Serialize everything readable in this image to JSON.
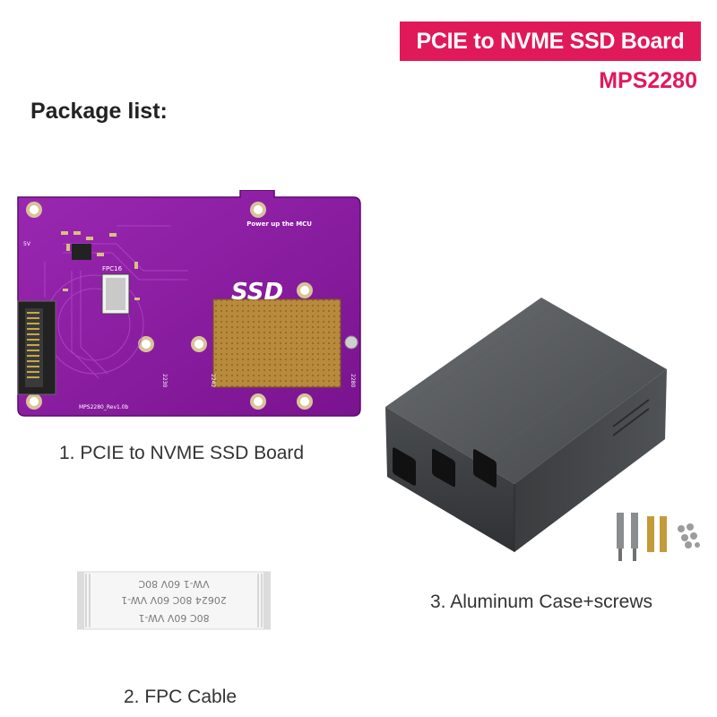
{
  "header": {
    "title": "PCIE to NVME SSD Board",
    "model": "MPS2280"
  },
  "package": {
    "heading": "Package list:",
    "items": [
      {
        "caption": "1. PCIE to NVME SSD Board"
      },
      {
        "caption": "2. FPC Cable"
      },
      {
        "caption": "3. Aluminum Case+screws"
      }
    ]
  },
  "board": {
    "ssd_label": "SSD",
    "mcu_label": "Power up the MCU",
    "fpc_label": "FPC16",
    "rev_label": "MPS2280_Rev1.0b",
    "v5_label": "5V",
    "size_labels": [
      "2230",
      "2242",
      "2280"
    ]
  },
  "cable": {
    "lines": [
      "VW-1 60V 80C",
      "20624 80C 60V VW-1",
      "80C 60V VW-1"
    ]
  },
  "colors": {
    "accent": "#e0195a",
    "pcb": "#8a1aa0",
    "case": "#3f4245"
  }
}
